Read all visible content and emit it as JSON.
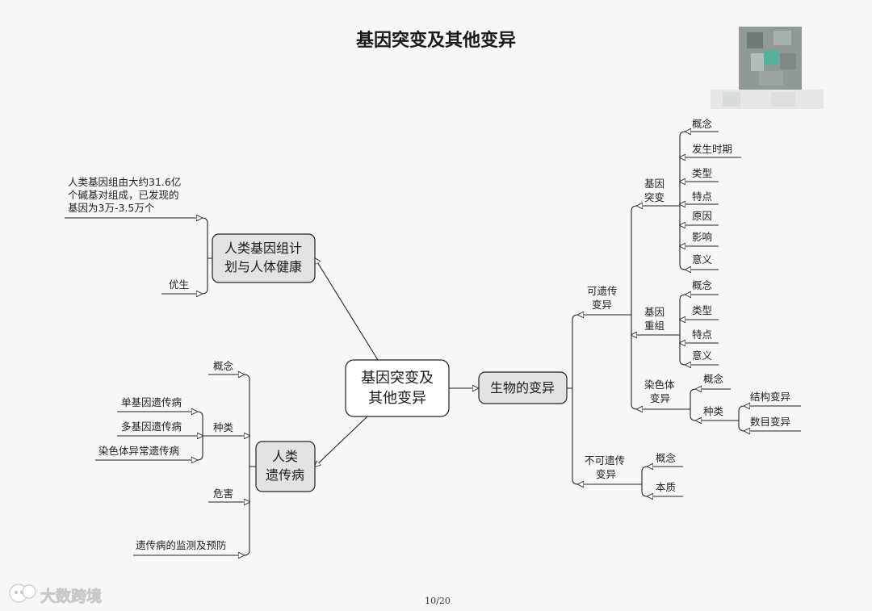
{
  "title": "基因突变及其他变异",
  "page_number": "10/20",
  "watermark": "大数跨境",
  "center": {
    "line1": "基因突变及",
    "line2": "其他变异"
  },
  "left_top": {
    "box_line1": "人类基因组计",
    "box_line2": "划与人体健康",
    "note_line1": "人类基因组由大约31.6亿",
    "note_line2": "个碱基对组成，已发现的",
    "note_line3": "基因为3万-3.5万个",
    "eugenics": "优生"
  },
  "left_bottom": {
    "box_line1": "人类",
    "box_line2": "遗传病",
    "concept": "概念",
    "types": "种类",
    "type_items": [
      "单基因遗传病",
      "多基因遗传病",
      "染色体异常遗传病"
    ],
    "harm": "危害",
    "monitoring": "遗传病的监测及预防"
  },
  "right": {
    "box": "生物的变异",
    "heritable": {
      "line1": "可遗传",
      "line2": "变异"
    },
    "gene_mutation": {
      "line1": "基因",
      "line2": "突变",
      "items": [
        "概念",
        "发生时期",
        "类型",
        "特点",
        "原因",
        "影响",
        "意义"
      ]
    },
    "gene_recombination": {
      "line1": "基因",
      "line2": "重组",
      "items": [
        "概念",
        "类型",
        "特点",
        "意义"
      ]
    },
    "chromosome_variation": {
      "line1": "染色体",
      "line2": "变异",
      "concept": "概念",
      "types": "种类",
      "type_items": [
        "结构变异",
        "数目变异"
      ]
    },
    "nonheritable": {
      "line1": "不可遗传",
      "line2": "变异",
      "items": [
        "概念",
        "本质"
      ]
    }
  }
}
